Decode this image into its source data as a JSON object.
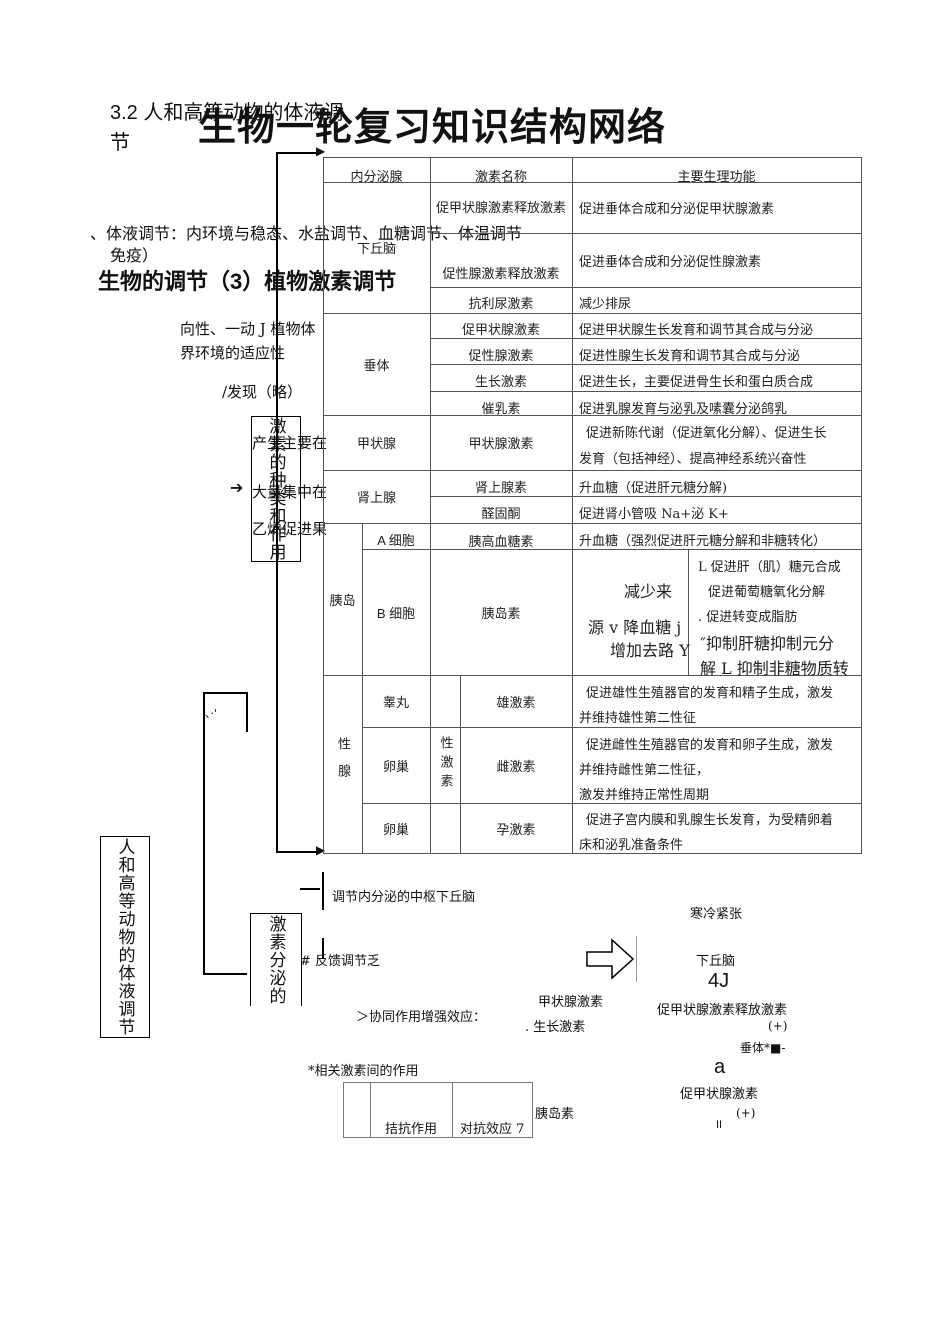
{
  "title": "生物一轮复习知识结构网络",
  "section_heading": "3.2 人和高等动物的体液调节",
  "side_topics": {
    "text1": "、体液调节：内环境与稳态、水盐调节、血糖调节、体温调节",
    "text2": "免疫）",
    "text3": "生物的调节（3）植物激素调节"
  },
  "plant_notes": {
    "line1": "向性、一动 J 植物体",
    "line2": "界环境的适应性",
    "line3": "/发现（略）",
    "line4": "产生主要在",
    "line5": "大量集中在",
    "line6": "乙烯促进果"
  },
  "boxes": {
    "hormone_types": "激素的种类和作用",
    "hormone_secretion": "激素分泌的",
    "main_label": "人和高等动物的体液调节",
    "arrow_mark": "、·'"
  },
  "table": {
    "headers": [
      "内分泌腺",
      "激素名称",
      "主要生理功能"
    ],
    "hypothalamus": {
      "gland": "下丘脑",
      "rows": [
        {
          "hormone": "促甲状腺激素释放激素",
          "function": "促进垂体合成和分泌促甲状腺激素"
        },
        {
          "hormone": "促性腺激素释放激素",
          "function": "促进垂体合成和分泌促性腺激素"
        },
        {
          "hormone": "抗利尿激素",
          "function": "减少排尿"
        }
      ]
    },
    "pituitary": {
      "gland": "垂体",
      "rows": [
        {
          "hormone": "促甲状腺激素",
          "function": "促进甲状腺生长发育和调节其合成与分泌"
        },
        {
          "hormone": "促性腺激素",
          "function": "促进性腺生长发育和调节其合成与分泌"
        },
        {
          "hormone": "生长激素",
          "function": "促进生长，主要促进骨生长和蛋白质合成"
        },
        {
          "hormone": "催乳素",
          "function": "促进乳腺发育与泌乳及嗉囊分泌鸽乳"
        }
      ]
    },
    "thyroid": {
      "gland": "甲状腺",
      "hormone": "甲状腺激素",
      "function_line1": "促进新陈代谢（促进氧化分解）、促进生长",
      "function_line2": "发育（包括神经）、提高神经系统兴奋性"
    },
    "adrenal": {
      "gland": "肾上腺",
      "rows": [
        {
          "hormone": "肾上腺素",
          "function": "升血糖（促进肝元糖分解)"
        },
        {
          "hormone": "醛固酮",
          "function": "促进肾小管吸 Na+泌 K+"
        }
      ]
    },
    "islet": {
      "gland": "胰岛",
      "a_cell": "A 细胞",
      "a_hormone": "胰高血糖素",
      "a_function": "升血糖（强烈促进肝元糖分解和非糖转化）",
      "b_cell": "B 细胞",
      "b_hormone": "胰岛素",
      "b_left1": "减少来",
      "b_left2": "源 v 降血糖 j",
      "b_left3": "增加去路 Y",
      "b_right1": "L 促进肝（肌）糖元合成",
      "b_right2": "促进葡萄糖氧化分解",
      "b_right3": ". 促进转变成脂肪",
      "b_right4": "″抑制肝糖抑制元分",
      "b_right5": "解 L 抑制非糖物质转"
    },
    "gonad": {
      "gland": "性腺",
      "group": "性激素",
      "rows": [
        {
          "organ": "睾丸",
          "hormone": "雄激素",
          "line1": "促进雄性生殖器官的发育和精子生成，激发",
          "line2": "并维持雄性第二性征",
          "line3": ""
        },
        {
          "organ": "卵巢",
          "hormone": "雌激素",
          "line1": "促进雌性生殖器官的发育和卵子生成，激发",
          "line2": "并维持雌性第二性征，",
          "line3": "激发并维持正常性周期"
        },
        {
          "organ": "卵巢",
          "hormone": "孕激素",
          "line1": "促进子宫内膜和乳腺生长发育，为受精卵着",
          "line2": "床和泌乳准备条件",
          "line3": ""
        }
      ]
    }
  },
  "secretion": {
    "center": "调节内分泌的中枢下丘脑",
    "feedback": "# 反馈调节乏",
    "synergy": "＞协同作用增强效应：",
    "synergy_h1": "甲状腺激素",
    "synergy_h2": ". 生长激素",
    "related": "*相关激素间的作用",
    "antagonism": "拮抗作用",
    "antagonism_effect": "对抗效应 7",
    "insulin": "胰岛素"
  },
  "feedback_diagram": {
    "cold": "寒冷紧张",
    "hypothalamus": "下丘脑",
    "arrow1": "4J",
    "trh": "促甲状腺激素释放激素",
    "plus1": "(+)",
    "pituitary": "垂体*■-",
    "a": "a",
    "tsh": "促甲状腺激素",
    "plus2": "(+)",
    "mark": "II"
  }
}
